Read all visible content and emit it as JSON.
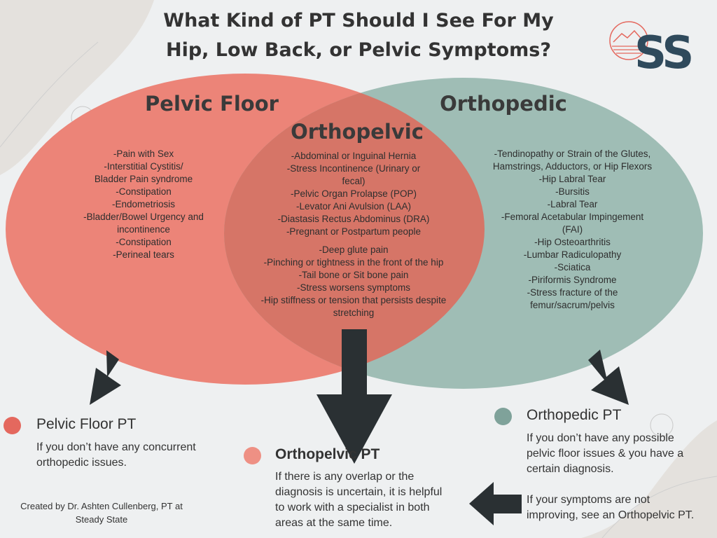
{
  "title": {
    "line1": "What Kind of PT Should I See For My",
    "line2": "Hip, Low Back, or Pelvic Symptoms?"
  },
  "logo": {
    "text": "SS",
    "icon": "mountain-sun-logo-icon"
  },
  "colors": {
    "pelvic_floor": "#ec8478",
    "orthopedic": "#9fbdb5",
    "overlap": "#d67567",
    "arrow": "#2a3033",
    "dot_pelvic_floor": "#e4685e",
    "dot_orthopelvic": "#ee9084",
    "dot_orthopedic": "#7fa29a",
    "logo": "#2f4a5c"
  },
  "circles": {
    "pelvic_floor": {
      "heading": "Pelvic Floor",
      "items": [
        "-Pain with Sex",
        "-Interstitial Cystitis/",
        "Bladder Pain syndrome",
        "-Constipation",
        "-Endometriosis",
        "-Bladder/Bowel Urgency and",
        "incontinence",
        "-Constipation",
        "-Perineal tears"
      ]
    },
    "orthopedic": {
      "heading": "Orthopedic",
      "items": [
        "-Tendinopathy or Strain of the Glutes,",
        "Hamstrings, Adductors, or Hip Flexors",
        "-Hip Labral Tear",
        "-Bursitis",
        "-Labral Tear",
        "-Femoral Acetabular Impingement",
        "(FAI)",
        "-Hip Osteoarthritis",
        "-Lumbar Radiculopathy",
        "-Sciatica",
        "-Piriformis Syndrome",
        "-Stress fracture of the",
        "femur/sacrum/pelvis"
      ]
    },
    "orthopelvic": {
      "heading": "Orthopelvic",
      "items_a": [
        "-Abdominal or Inguinal Hernia",
        "-Stress Incontinence (Urinary or",
        "fecal)",
        "-Pelvic Organ Prolapse (POP)",
        "-Levator Ani Avulsion (LAA)",
        "-Diastasis Rectus Abdominus (DRA)",
        "-Pregnant or Postpartum people"
      ],
      "items_b": [
        "-Deep glute pain",
        "-Pinching or tightness in the front of the hip",
        "-Tail bone or Sit bone pain",
        "-Stress worsens symptoms",
        "-Hip stiffness or tension that persists despite",
        "stretching"
      ]
    }
  },
  "outcomes": {
    "pelvic_floor": {
      "title": "Pelvic Floor PT",
      "desc_line1": "If you don’t have any concurrent",
      "desc_line2": "orthopedic issues."
    },
    "orthopelvic": {
      "title": "Orthopelvic PT",
      "desc_line1": "If there is any overlap or the",
      "desc_line2": "diagnosis is uncertain, it is helpful",
      "desc_line3": "to work with a specialist in both",
      "desc_line4": "areas at the same time."
    },
    "orthopedic": {
      "title": "Orthopedic PT",
      "desc_line1": "If you don’t have any possible",
      "desc_line2": "pelvic floor issues & you have a",
      "desc_line3": "certain diagnosis.",
      "note_line1": "If your symptoms are not",
      "note_line2": "improving, see an Orthopelvic PT."
    }
  },
  "credit": {
    "line1": "Created by Dr. Ashten Cullenberg, PT at",
    "line2": "Steady State"
  }
}
